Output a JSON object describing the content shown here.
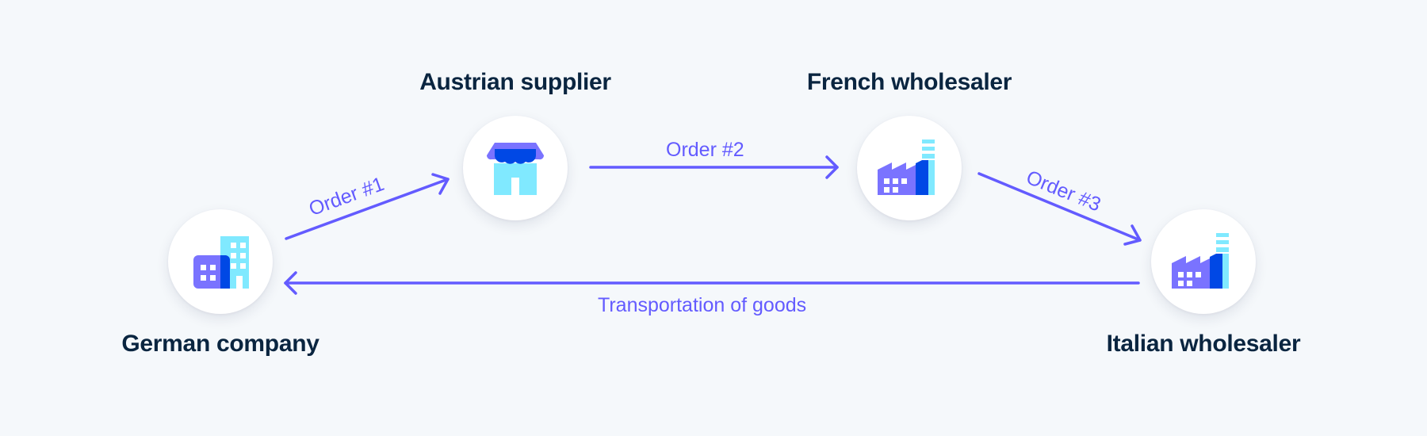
{
  "nodes": {
    "german": {
      "name": "German company",
      "icon": "office-building-icon"
    },
    "austrian": {
      "name": "Austrian supplier",
      "icon": "storefront-icon"
    },
    "french": {
      "name": "French wholesaler",
      "icon": "factory-icon"
    },
    "italian": {
      "name": "Italian wholesaler",
      "icon": "factory-icon"
    }
  },
  "edges": {
    "order1": {
      "label": "Order #1",
      "from": "German company",
      "to": "Austrian supplier"
    },
    "order2": {
      "label": "Order #2",
      "from": "Austrian supplier",
      "to": "French wholesaler"
    },
    "order3": {
      "label": "Order #3",
      "from": "French wholesaler",
      "to": "Italian wholesaler"
    },
    "transport": {
      "label": "Transportation of goods",
      "from": "Italian wholesaler",
      "to": "German company"
    }
  },
  "colors": {
    "background": "#f5f8fb",
    "accent": "#635bff",
    "title": "#0a2540",
    "icon_purple": "#7a73ff",
    "icon_blue": "#0048e5",
    "icon_cyan": "#80e9ff"
  }
}
